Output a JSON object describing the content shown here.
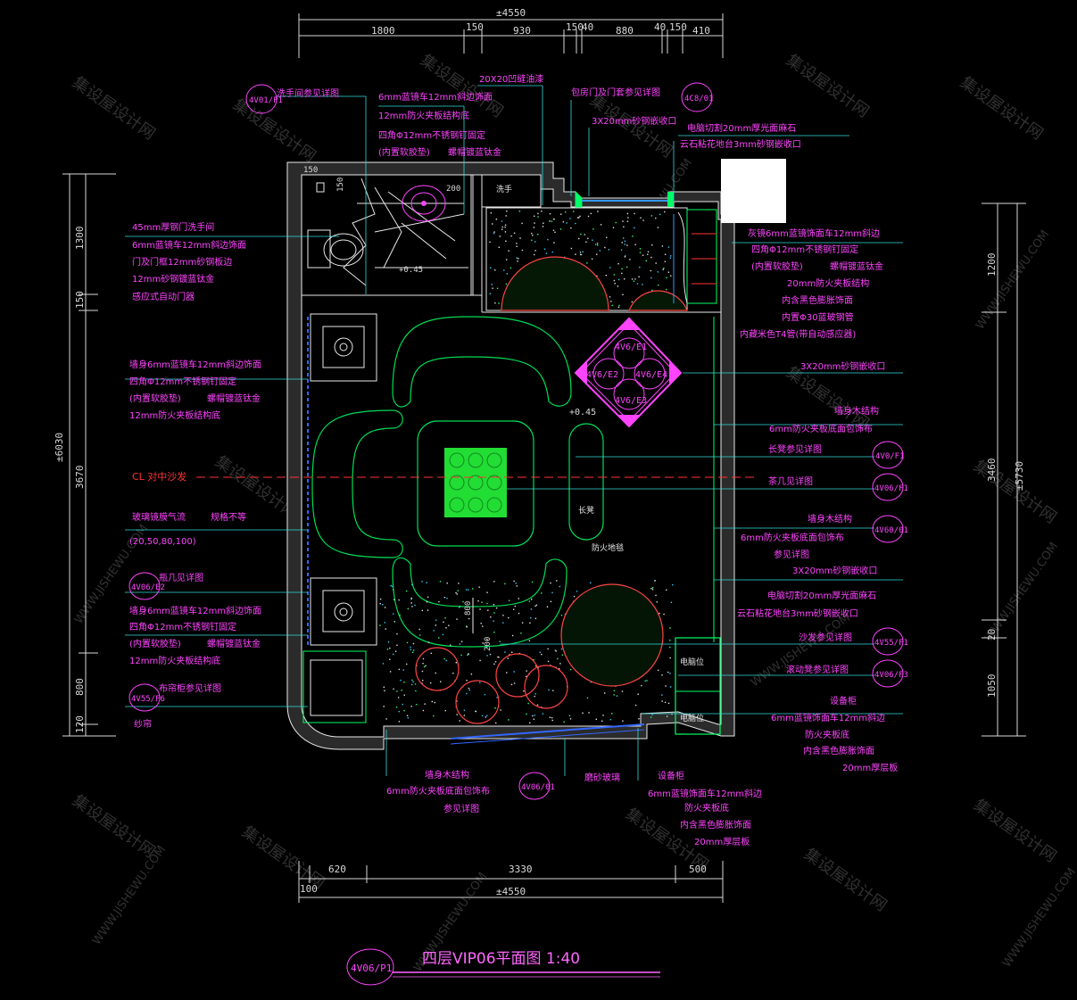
{
  "drawing": {
    "title": "四层VIP06平面图  1:40",
    "sheet_tag": "4V06/P1",
    "cl_label": "CL 对中沙发",
    "plus_label": "+0.45",
    "plus_label2": "+0.45"
  },
  "top_dims": {
    "overall": "±4550",
    "segments": [
      "1800",
      "150",
      "930",
      "150",
      "40",
      "880",
      "40",
      "150",
      "410"
    ]
  },
  "bottom_dims": {
    "overall": "±4550",
    "segments": [
      "620",
      "3330",
      "500"
    ],
    "left_small": "100"
  },
  "left_dims": {
    "overall": "±6030",
    "segments": [
      "1300",
      "150",
      "3670",
      "800",
      "120"
    ]
  },
  "right_dims": {
    "overall": "±5730",
    "segments": [
      "1200",
      "3460",
      "20",
      "1050"
    ]
  },
  "inner_dims": [
    "150",
    "150",
    "200",
    "800",
    "200",
    "150"
  ],
  "tags": {
    "t1": "4V01/P1",
    "t2": "4C8/01",
    "t3": "4V6/E1",
    "t4": "4V6/E2",
    "t5": "4V6/E4",
    "t6": "4V6/E3",
    "t7": "4V0/F1",
    "t8": "4V06/F1",
    "t9": "4V60/01",
    "t10": "4V06/E2",
    "t11": "4V55/F6",
    "t12": "4V55/F1",
    "t13": "4V06/F3",
    "t14": "4V06/01"
  },
  "notes_left": [
    "洗手间参见详图",
    "45mm厚钢门洗手间",
    "6mm蓝镜车12mm斜边饰面",
    "门及门框12mm砂钢板边",
    "12mm砂钢镀蓝钛金",
    "感应式自动门器",
    "墙身6mm蓝镜车12mm斜边饰面",
    "四角Φ12mm不锈钢钉固定",
    "(内置软胶垫)",
    "螺帽镀蓝钛金",
    "12mm防火夹板结构底",
    "玻璃镜膜气流",
    "规格不等",
    "(20,50,80,100)",
    "瓶几见详图",
    "墙身6mm蓝镜车12mm斜边饰面",
    "四角Φ12mm不锈钢钉固定",
    "(内置软胶垫)",
    "螺帽镀蓝钛金",
    "12mm防火夹板结构底",
    "布帘柜参见详图",
    "纱帘"
  ],
  "notes_top": [
    "6mm蓝镜车12mm斜边饰面",
    "12mm防火夹板结构底",
    "四角Φ12mm不锈钢钉固定",
    "(内置软胶垫)",
    "螺帽镀蓝钛金",
    "20X20凹缝油漆",
    "包房门及门套参见详图",
    "3X20mm砂钢嵌收口",
    "电脑切割20mm厚光面麻石",
    "云石粘花地台3mm砂钢嵌收口"
  ],
  "notes_right": [
    "灰镜6mm蓝镜饰面车12mm斜边",
    "四角Φ12mm不锈钢钉固定",
    "(内置软胶垫)",
    "螺帽镀蓝钛金",
    "20mm防火夹板结构",
    "内含黑色膨胀饰面",
    "内置Φ30蓝玻钢管",
    "内藏米色T4管(带自动感应器)",
    "3X20mm砂钢嵌收口",
    "墙身木结构",
    "6mm防火夹板底面包饰布",
    "长凳参见详图",
    "茶几见详图",
    "墙身木结构",
    "6mm防火夹板底面包饰布",
    "参见详图",
    "3X20mm砂钢嵌收口",
    "电脑切割20mm厚光面麻石",
    "云石粘花地台3mm砂钢嵌收口",
    "沙发参见详图",
    "滚动凳参见详图",
    "设备柜",
    "6mm蓝镜饰面车12mm斜边",
    "防火夹板底",
    "内含黑色膨胀饰面",
    "20mm厚层板"
  ],
  "notes_bottom": [
    "墙身木结构",
    "6mm防火夹板底面包饰布",
    "参见详图",
    "磨砂玻璃",
    "设备柜",
    "6mm蓝镜饰面车12mm斜边",
    "防火夹板底",
    "内含黑色膨胀饰面",
    "20mm厚层板"
  ],
  "room_labels": {
    "long_bench": "长凳",
    "fire_carpet": "防火地毯",
    "elec1": "电脑位",
    "elec2": "电脑位"
  },
  "watermarks": [
    "集设屋设计网",
    "WWW.JISHEWU.COM"
  ]
}
